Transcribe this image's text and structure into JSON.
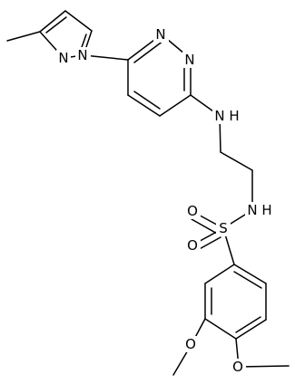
{
  "atoms": {
    "n_pyrazole_2": "N",
    "n_pyrazole_1": "N",
    "n_pyridazine_1": "N",
    "n_pyridazine_2": "N",
    "n_amine": "N",
    "h_amine": "H",
    "n_sulfonamide": "N",
    "h_sulfonamide": "H",
    "s_sulfonyl": "S",
    "o_sulfonyl_1": "O",
    "o_sulfonyl_2": "O",
    "o_methoxy_1": "O",
    "o_methoxy_2": "O"
  }
}
